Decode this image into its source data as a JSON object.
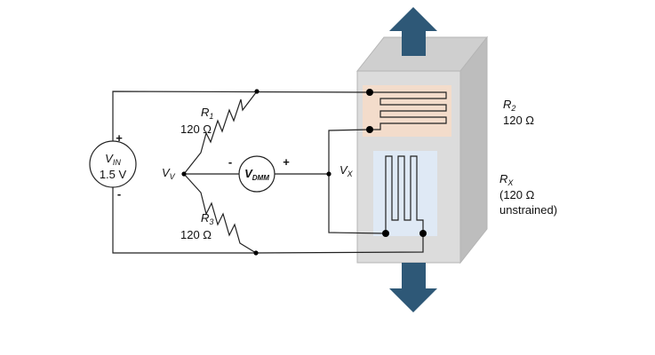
{
  "source": {
    "symbol": "V",
    "sub": "IN",
    "value": "1.5 V",
    "plus": "+",
    "minus": "-"
  },
  "r1": {
    "symbol": "R",
    "sub": "1",
    "value": "120 Ω"
  },
  "r3": {
    "symbol": "R",
    "sub": "3",
    "value": "120 Ω"
  },
  "r2": {
    "symbol": "R",
    "sub": "2",
    "value": "120 Ω"
  },
  "rx": {
    "symbol": "R",
    "sub": "X",
    "line2": "(120 Ω",
    "line3": "unstrained)"
  },
  "nodes": {
    "vv": {
      "symbol": "V",
      "sub": "V"
    },
    "vx": {
      "symbol": "V",
      "sub": "X"
    }
  },
  "meter": {
    "symbol": "V",
    "sub": "DMM",
    "minus": "-",
    "plus": "+"
  },
  "colors": {
    "block_front": "#dcdcdc",
    "block_side": "#bdbdbd",
    "block_top": "#cfcfcf",
    "gauge_r2_bg": "#f3dccb",
    "gauge_rx_bg": "#dfe9f5",
    "arrow": "#2e5877"
  }
}
